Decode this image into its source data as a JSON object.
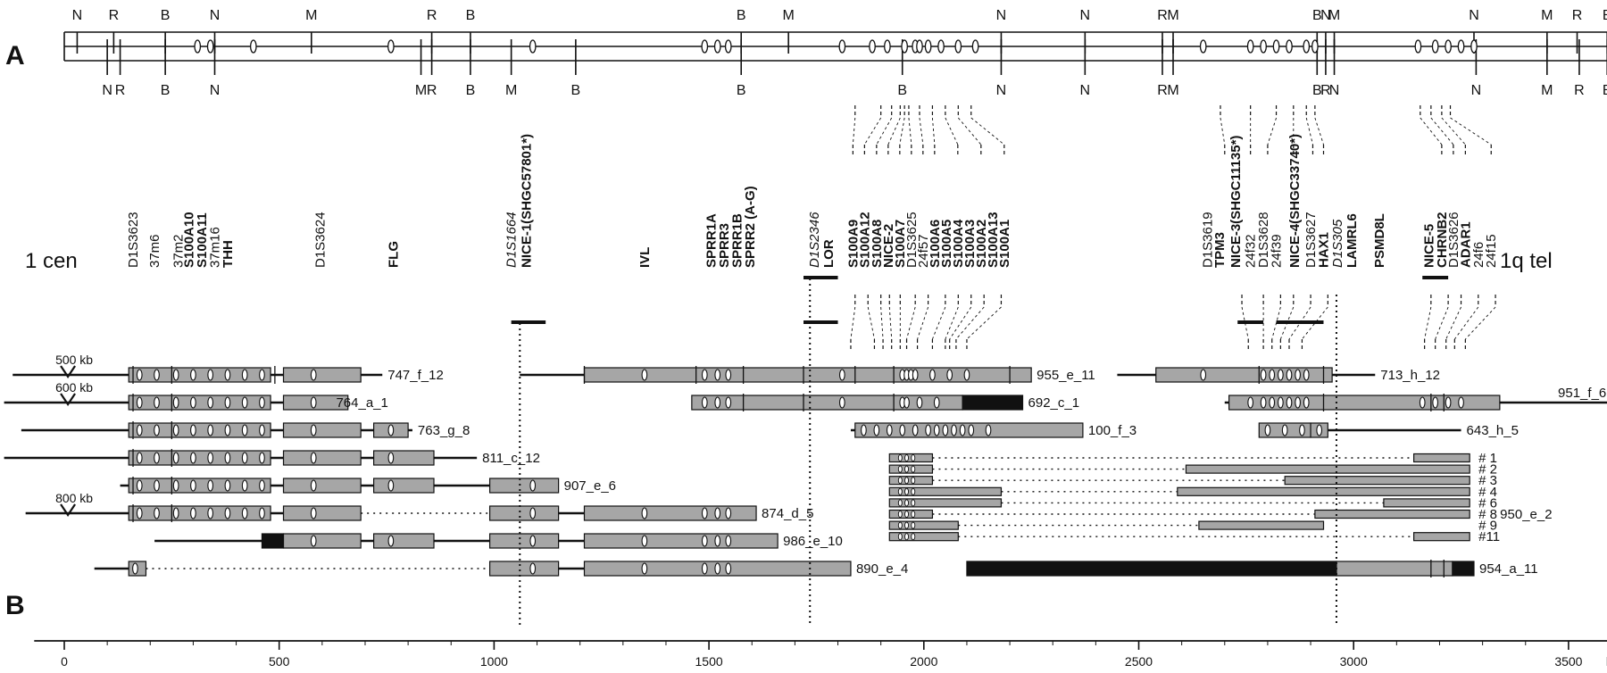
{
  "panel_a": "A",
  "panel_b": "B",
  "left_label": "1 cen",
  "right_label": "1q tel",
  "axis": {
    "unit": "kb",
    "ticks": [
      0,
      500,
      1000,
      1500,
      2000,
      2500,
      3000,
      3500
    ]
  },
  "map": {
    "top_sites": [
      {
        "l": "N",
        "k": 30
      },
      {
        "l": "R",
        "k": 115
      },
      {
        "l": "B",
        "k": 235
      },
      {
        "l": "N",
        "k": 350
      },
      {
        "l": "M",
        "k": 575
      },
      {
        "l": "R",
        "k": 855
      },
      {
        "l": "B",
        "k": 945
      },
      {
        "l": "B",
        "k": 1575
      },
      {
        "l": "M",
        "k": 1685
      },
      {
        "l": "N",
        "k": 2180
      },
      {
        "l": "N",
        "k": 2375
      },
      {
        "l": "R",
        "k": 2555
      },
      {
        "l": "M",
        "k": 2580
      },
      {
        "l": "B",
        "k": 2915
      },
      {
        "l": "N",
        "k": 2935
      },
      {
        "l": "M",
        "k": 2955
      },
      {
        "l": "N",
        "k": 3280
      },
      {
        "l": "M",
        "k": 3450
      },
      {
        "l": "R",
        "k": 3520
      },
      {
        "l": "B",
        "k": 3590
      }
    ],
    "bottom_sites": [
      {
        "l": "N",
        "k": 100
      },
      {
        "l": "R",
        "k": 130
      },
      {
        "l": "B",
        "k": 235
      },
      {
        "l": "N",
        "k": 350
      },
      {
        "l": "M",
        "k": 830
      },
      {
        "l": "R",
        "k": 855
      },
      {
        "l": "B",
        "k": 945
      },
      {
        "l": "M",
        "k": 1040
      },
      {
        "l": "B",
        "k": 1190
      },
      {
        "l": "B",
        "k": 1575
      },
      {
        "l": "B",
        "k": 1950
      },
      {
        "l": "N",
        "k": 2180
      },
      {
        "l": "N",
        "k": 2375
      },
      {
        "l": "R",
        "k": 2555
      },
      {
        "l": "M",
        "k": 2580
      },
      {
        "l": "B",
        "k": 2915
      },
      {
        "l": "R",
        "k": 2935
      },
      {
        "l": "N",
        "k": 2955
      },
      {
        "l": "N",
        "k": 3285
      },
      {
        "l": "M",
        "k": 3450
      },
      {
        "l": "R",
        "k": 3525
      },
      {
        "l": "B",
        "k": 3590
      }
    ]
  },
  "markers": [
    {
      "t": "D1S3623",
      "k": 160,
      "s": "n"
    },
    {
      "t": "37m6",
      "k": 210,
      "s": "n"
    },
    {
      "t": "37m2",
      "k": 265,
      "s": "n"
    },
    {
      "t": "S100A10",
      "k": 290,
      "s": "b"
    },
    {
      "t": "S100A11",
      "k": 320,
      "s": "b"
    },
    {
      "t": "37m16",
      "k": 350,
      "s": "n"
    },
    {
      "t": "THH",
      "k": 380,
      "s": "b"
    },
    {
      "t": "D1S3624",
      "k": 595,
      "s": "n"
    },
    {
      "t": "FLG",
      "k": 765,
      "s": "b"
    },
    {
      "t": "D1S1664",
      "k": 1040,
      "s": "i"
    },
    {
      "t": "NICE-1(SHGC57801*)",
      "k": 1075,
      "s": "b"
    },
    {
      "t": "IVL",
      "k": 1350,
      "s": "b"
    },
    {
      "t": "SPRR1A",
      "k": 1505,
      "s": "b"
    },
    {
      "t": "SPRR3",
      "k": 1535,
      "s": "b"
    },
    {
      "t": "SPRR1B",
      "k": 1565,
      "s": "b"
    },
    {
      "t": "SPRR2 (A-G)",
      "k": 1595,
      "s": "b"
    },
    {
      "t": "D1S2346",
      "k": 1745,
      "s": "i"
    },
    {
      "t": "LOR",
      "k": 1778,
      "s": "b"
    },
    {
      "t": "S100A9",
      "k": 1835,
      "s": "b"
    },
    {
      "t": "S100A12",
      "k": 1862,
      "s": "b"
    },
    {
      "t": "S100A8",
      "k": 1890,
      "s": "b"
    },
    {
      "t": "NICE-2",
      "k": 1917,
      "s": "b"
    },
    {
      "t": "S100A7",
      "k": 1944,
      "s": "b"
    },
    {
      "t": "D1S3625",
      "k": 1971,
      "s": "n"
    },
    {
      "t": "24f57",
      "k": 1998,
      "s": "n"
    },
    {
      "t": "S100A6",
      "k": 2025,
      "s": "b"
    },
    {
      "t": "S100A5",
      "k": 2052,
      "s": "b"
    },
    {
      "t": "S100A4",
      "k": 2079,
      "s": "b"
    },
    {
      "t": "S100A3",
      "k": 2106,
      "s": "b"
    },
    {
      "t": "S100A2",
      "k": 2133,
      "s": "b"
    },
    {
      "t": "S100A13",
      "k": 2160,
      "s": "b"
    },
    {
      "t": "S100A1",
      "k": 2187,
      "s": "b"
    },
    {
      "t": "D1S3619",
      "k": 2660,
      "s": "n"
    },
    {
      "t": "TPM3",
      "k": 2688,
      "s": "b"
    },
    {
      "t": "NICE-3(SHGC11135*)",
      "k": 2725,
      "s": "b"
    },
    {
      "t": "24f32",
      "k": 2760,
      "s": "n"
    },
    {
      "t": "D1S3628",
      "k": 2790,
      "s": "n"
    },
    {
      "t": "24f39",
      "k": 2820,
      "s": "n"
    },
    {
      "t": "NICE-4(SHGC33740*)",
      "k": 2862,
      "s": "b"
    },
    {
      "t": "D1S3627",
      "k": 2900,
      "s": "n"
    },
    {
      "t": "HAX1",
      "k": 2930,
      "s": "b"
    },
    {
      "t": "D1S305",
      "k": 2962,
      "s": "i"
    },
    {
      "t": "LAMRL6",
      "k": 2995,
      "s": "b"
    },
    {
      "t": "PSMD8L",
      "k": 3060,
      "s": "b"
    },
    {
      "t": "NICE-5",
      "k": 3175,
      "s": "b"
    },
    {
      "t": "CHRNB2",
      "k": 3205,
      "s": "b"
    },
    {
      "t": "D1S3626",
      "k": 3232,
      "s": "n"
    },
    {
      "t": "ADAR1",
      "k": 3260,
      "s": "b"
    },
    {
      "t": "24f6",
      "k": 3290,
      "s": "n"
    },
    {
      "t": "24f15",
      "k": 3320,
      "s": "n"
    }
  ],
  "gap_labels": [
    {
      "t": "500 kb",
      "k": 50,
      "row": 0
    },
    {
      "t": "600 kb",
      "k": 50,
      "row": 1
    },
    {
      "t": "800 kb",
      "k": 50,
      "row": 5
    }
  ],
  "clones": [
    {
      "name": "747_f_12",
      "row": 0,
      "line": [
        -120,
        740
      ]
    },
    {
      "name": "764_a_1",
      "row": 1,
      "line": [
        -140,
        620
      ]
    },
    {
      "name": "763_g_8",
      "row": 2,
      "line": [
        -100,
        810
      ]
    },
    {
      "name": "811_c_12",
      "row": 3,
      "line": [
        -140,
        960
      ]
    },
    {
      "name": "907_e_6",
      "row": 4,
      "line": [
        130,
        1150
      ]
    },
    {
      "name": "874_d_5",
      "row": 5,
      "line": [
        -90,
        1610
      ]
    },
    {
      "name": "986_e_10",
      "row": 6,
      "line": [
        210,
        1660
      ]
    },
    {
      "name": "890_e_4",
      "row": 7,
      "line": [
        70,
        1830
      ]
    },
    {
      "name": "955_e_11",
      "row": 0,
      "line": [
        1060,
        2250
      ]
    },
    {
      "name": "692_c_1",
      "row": 1,
      "line": [
        1460,
        2230
      ]
    },
    {
      "name": "100_f_3",
      "row": 2,
      "line": [
        1830,
        2370
      ]
    },
    {
      "name": "713_h_12",
      "row": 0,
      "line": [
        2450,
        3050
      ]
    },
    {
      "name": "951_f_6",
      "row": 1,
      "line": [
        2700,
        3600
      ]
    },
    {
      "name": "643_h_5",
      "row": 2,
      "line": [
        2780,
        3250
      ]
    },
    {
      "name": "950_e_2",
      "row": 5,
      "line": [
        1920,
        3270
      ]
    },
    {
      "name": "954_a_11",
      "row": 7,
      "line": [
        2100,
        3280
      ]
    }
  ],
  "subclones": [
    "# 1",
    "# 2",
    "# 3",
    "# 4",
    "# 6",
    "# 8",
    "# 9",
    "#11"
  ]
}
